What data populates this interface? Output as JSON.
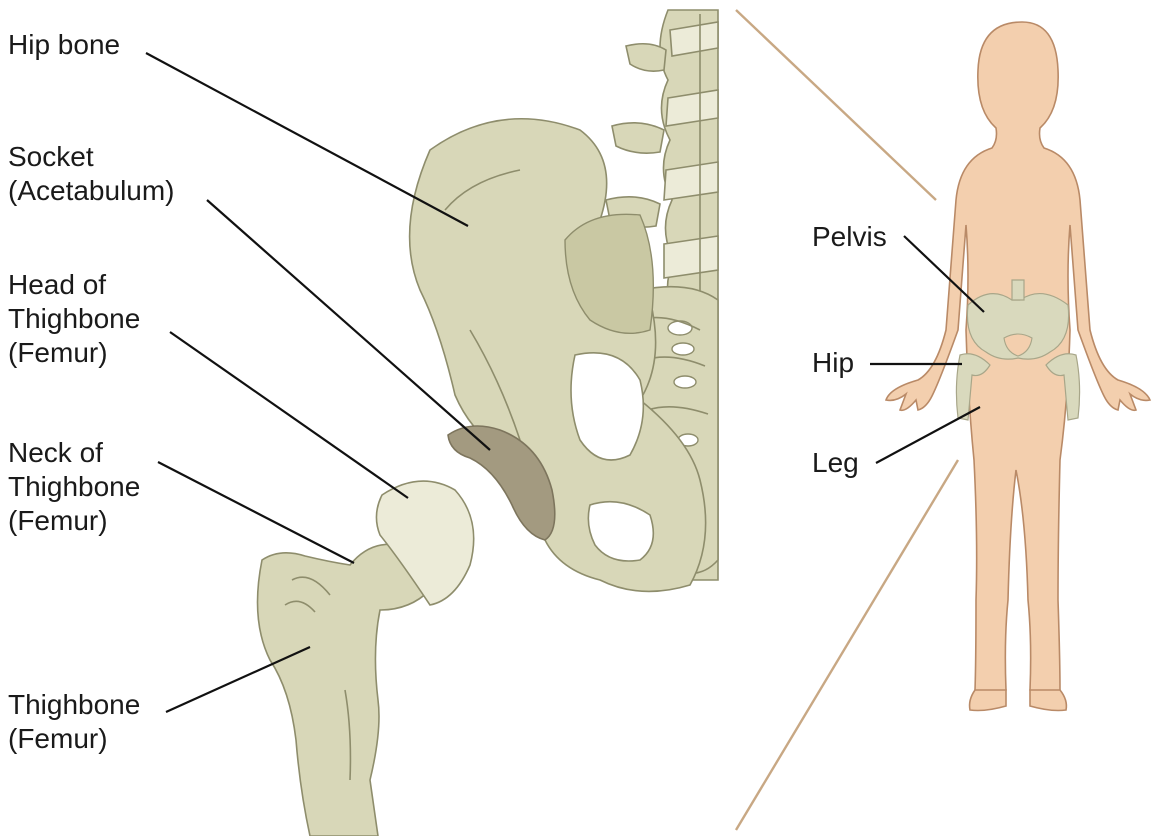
{
  "labels": {
    "hip_bone": "Hip bone",
    "socket": "Socket\n(Acetabulum)",
    "head_femur": "Head of\nThighbone\n(Femur)",
    "neck_femur": "Neck of\nThighbone\n(Femur)",
    "thighbone": "Thighbone\n(Femur)",
    "pelvis": "Pelvis",
    "hip": "Hip",
    "leg": "Leg"
  },
  "colors": {
    "bone": "#d8d7b8",
    "femur_head": "#ecebd8",
    "socket": "#a39a80",
    "skin": "#f3cfae",
    "zoom_lines": "#c8a884"
  }
}
